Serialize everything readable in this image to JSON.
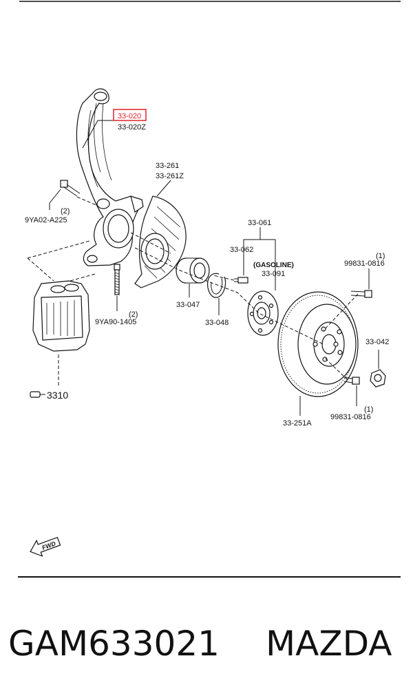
{
  "diagram": {
    "labels": {
      "knuckle_highlight": "33-020",
      "knuckle_alt": "33-020Z",
      "dust_shield": "33-261",
      "dust_shield_alt": "33-261Z",
      "bolt_top_qty": "(2)",
      "bolt_top": "9YA02-A225",
      "hub_group": "33-061",
      "hub_bolt": "33-062",
      "gasoline": "(GASOLINE)",
      "hub": "33-091",
      "stud_top_qty": "(1)",
      "stud_top": "99831-0816",
      "bearing": "33-047",
      "snap_ring": "33-048",
      "stud_left_qty": "(2)",
      "stud_left": "9YA90-1405",
      "nut": "33-042",
      "caliper_ref": "3310",
      "disc": "33-251A",
      "stud_bottom_qty": "(1)",
      "stud_bottom": "99831-0816",
      "fwd": "FWD"
    },
    "highlight_color": "#e0202a"
  },
  "footer": {
    "part_number": "GAM633021",
    "brand": "MAZDA"
  }
}
